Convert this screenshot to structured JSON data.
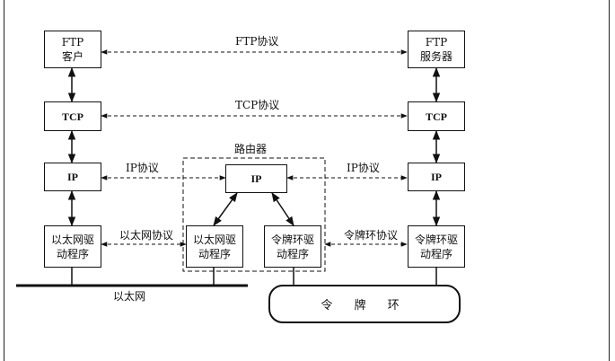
{
  "left": {
    "ftp": [
      "FTP",
      "客户"
    ],
    "tcp": "TCP",
    "ip": "IP",
    "driver": [
      "以太网驱",
      "动程序"
    ]
  },
  "right": {
    "ftp": [
      "FTP",
      "服务器"
    ],
    "tcp": "TCP",
    "ip": "IP",
    "driver": [
      "令牌环驱",
      "动程序"
    ]
  },
  "router": {
    "title": "路由器",
    "ip": "IP",
    "eth_driver": [
      "以太网驱",
      "动程序"
    ],
    "tr_driver": [
      "令牌环驱",
      "动程序"
    ]
  },
  "protocols": {
    "ftp": "FTP协议",
    "tcp": "TCP协议",
    "ip_left": "IP协议",
    "ip_right": "IP协议",
    "eth": "以太网协议",
    "tr": "令牌环协议"
  },
  "networks": {
    "ethernet": "以太网",
    "token_ring": "令 牌 环"
  }
}
